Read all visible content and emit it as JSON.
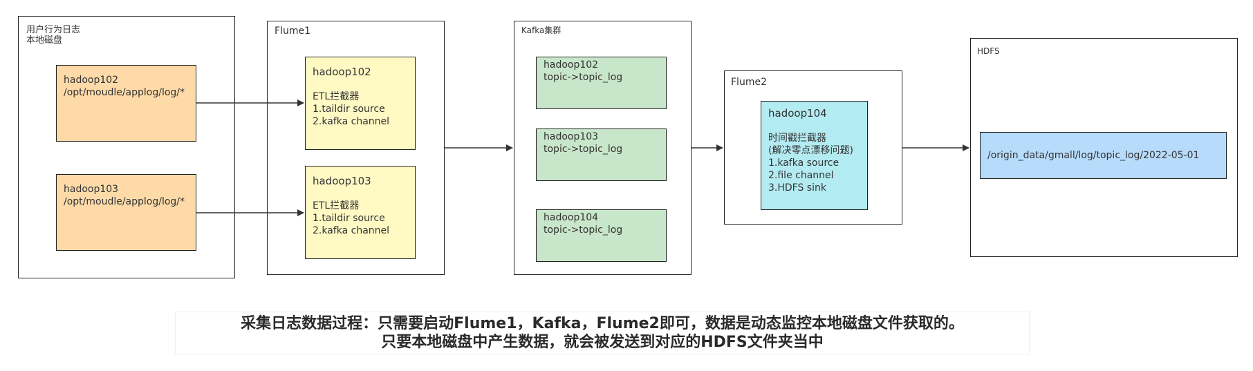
{
  "groups": {
    "user_log": {
      "title": "用户行为日志\n本地磁盘"
    },
    "flume1": {
      "title": "Flume1"
    },
    "kafka": {
      "title": "Kafka集群"
    },
    "flume2": {
      "title": "Flume2"
    },
    "hdfs": {
      "title": "HDFS"
    }
  },
  "nodes": {
    "log_102": {
      "host": "hadoop102",
      "path": "/opt/moudle/applog/log/*"
    },
    "log_103": {
      "host": "hadoop103",
      "path": "/opt/moudle/applog/log/*"
    },
    "flume1_102": {
      "host": "hadoop102",
      "interceptor": "ETL拦截器",
      "source": "1.taildir source",
      "channel": "2.kafka channel"
    },
    "flume1_103": {
      "host": "hadoop103",
      "interceptor": "ETL拦截器",
      "source": "1.taildir source",
      "channel": "2.kafka channel"
    },
    "kafka_102": {
      "host": "hadoop102",
      "topic": "topic->topic_log"
    },
    "kafka_103": {
      "host": "hadoop103",
      "topic": "topic->topic_log"
    },
    "kafka_104": {
      "host": "hadoop104",
      "topic": "topic->topic_log"
    },
    "flume2_104": {
      "host": "hadoop104",
      "interceptor": "时间戳拦截器",
      "note": "(解决零点漂移问题)",
      "source": "1.kafka source",
      "channel": "2.file channel",
      "sink": "3.HDFS sink"
    },
    "hdfs_path": {
      "path": "/origin_data/gmall/log/topic_log/2022-05-01"
    }
  },
  "caption": {
    "line1": "采集日志数据过程：只需要启动Flume1，Kafka，Flume2即可，数据是动态监控本地磁盘文件获取的。",
    "line2": "只要本地磁盘中产生数据，就会被发送到对应的HDFS文件夹当中"
  },
  "colors": {
    "log_node": "#fedaa8",
    "flume1_node": "#fff9c4",
    "kafka_node": "#c8e6c9",
    "flume2_node": "#b3ebf2",
    "hdfs_node": "#b7dbfb"
  }
}
